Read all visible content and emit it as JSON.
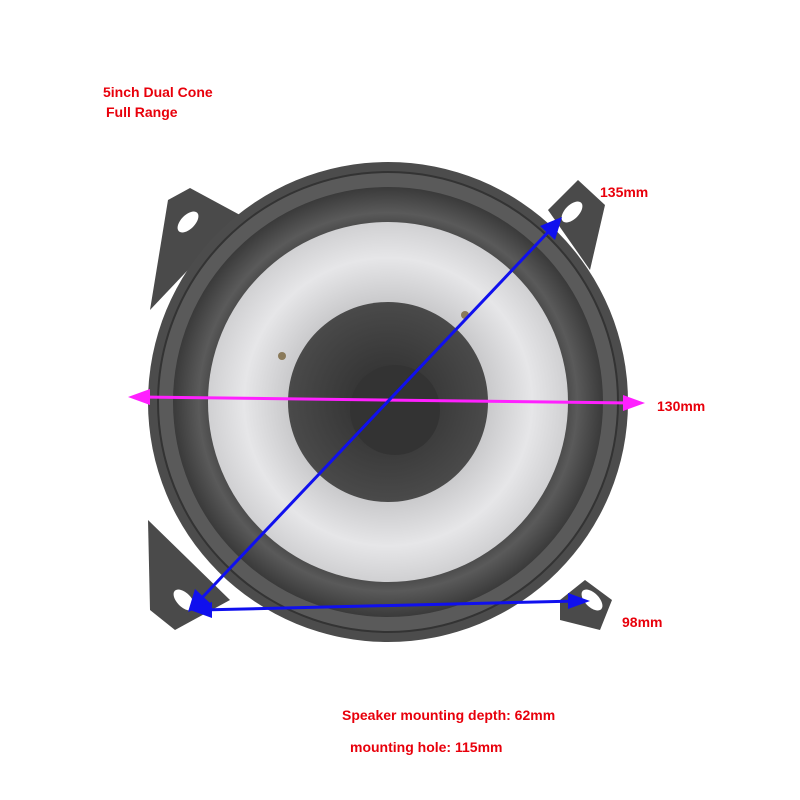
{
  "title": {
    "line1": "5inch Dual Cone",
    "line2": "Full Range"
  },
  "dimensions": {
    "diagonal": "135mm",
    "horizontal": "130mm",
    "hole_spacing": "98mm"
  },
  "notes": {
    "depth": "Speaker mounting depth: 62mm",
    "hole": "mounting hole: 115mm"
  },
  "colors": {
    "label": "#e8000b",
    "blue_arrow": "#1010ee",
    "magenta_arrow": "#ff20ff"
  }
}
